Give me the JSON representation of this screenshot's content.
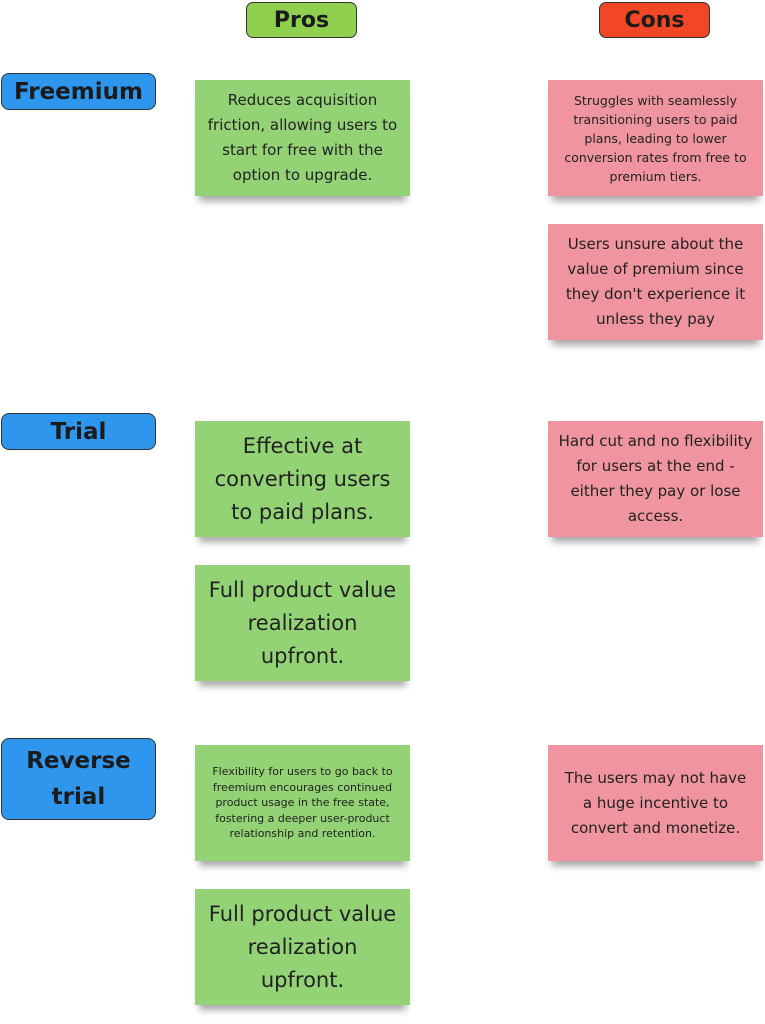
{
  "headers": {
    "pros": {
      "label": "Pros",
      "color": "#8fd14f"
    },
    "cons": {
      "label": "Cons",
      "color": "#f24726"
    }
  },
  "rows": [
    {
      "label": "Freemium",
      "pros": [
        "Reduces acquisition friction, allowing users to start for free with the option to upgrade."
      ],
      "cons": [
        "Struggles with seamlessly transitioning users to paid plans, leading to lower conversion rates from free to premium tiers.",
        "Users unsure about the value of premium since they don't experience it unless they pay"
      ]
    },
    {
      "label": "Trial",
      "pros": [
        "Effective at converting users to paid plans.",
        "Full product value realization upfront."
      ],
      "cons": [
        "Hard cut and no flexibility for users at the end - either they pay or lose access."
      ]
    },
    {
      "label": "Reverse trial",
      "pros": [
        "Flexibility for users to go back to freemium encourages continued product usage in the free state, fostering a deeper user-product relationship and retention.",
        "Full product value realization upfront."
      ],
      "cons": [
        "The users may not have a huge incentive to convert and monetize."
      ]
    }
  ],
  "colors": {
    "row_label": "#2f96ee",
    "pro_note": "#93d375",
    "con_note": "#f0959f"
  }
}
